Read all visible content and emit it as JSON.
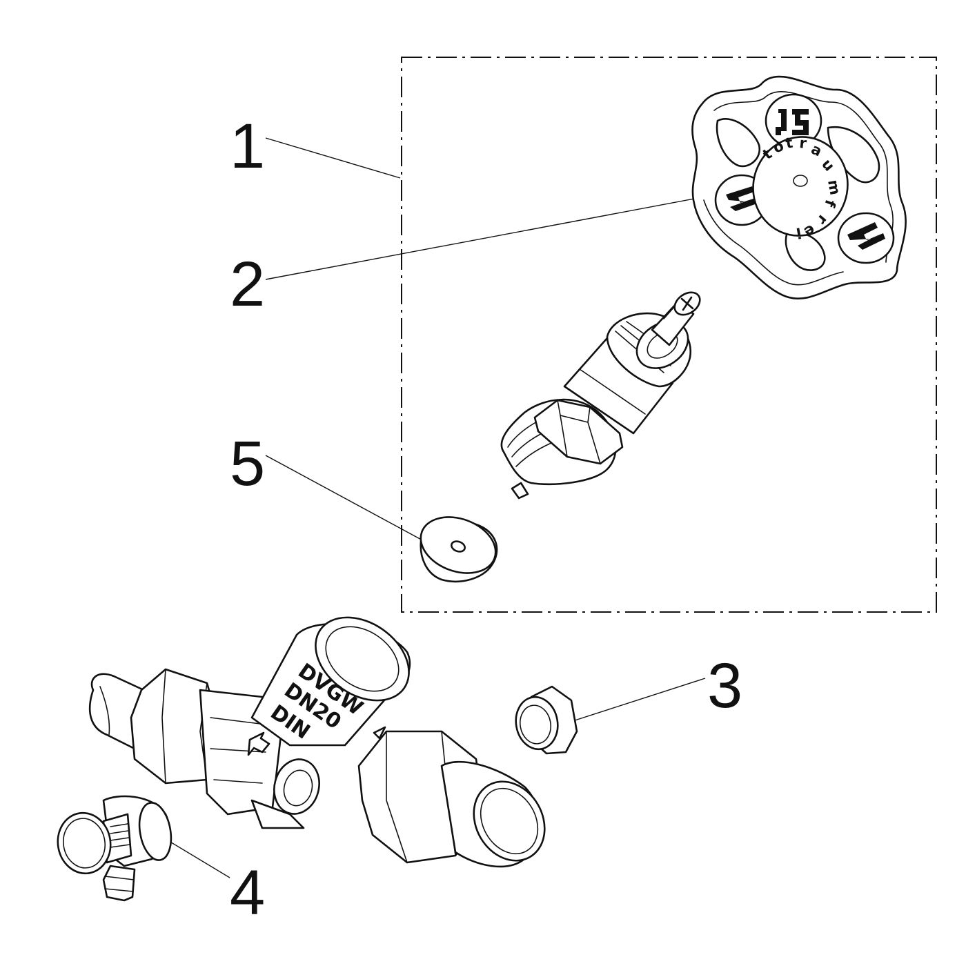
{
  "callouts": [
    {
      "id": "1",
      "label": "1"
    },
    {
      "id": "2",
      "label": "2"
    },
    {
      "id": "3",
      "label": "3"
    },
    {
      "id": "4",
      "label": "4"
    },
    {
      "id": "5",
      "label": "5"
    }
  ],
  "handwheel": {
    "cap_text": "totraumfrei",
    "cap_letters": [
      "t",
      "o",
      "t",
      "r",
      "a",
      "u",
      "m",
      "f",
      "r",
      "e",
      "i"
    ]
  },
  "valve_body": {
    "markings": [
      "DVGW",
      "DN20",
      "DIN"
    ]
  },
  "colors": {
    "line": "#111111",
    "background": "#ffffff"
  }
}
